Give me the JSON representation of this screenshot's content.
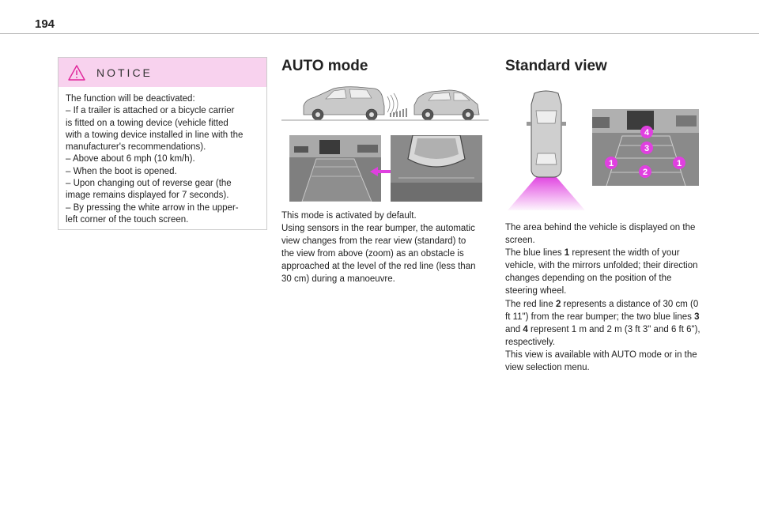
{
  "page": {
    "number": "194"
  },
  "notice": {
    "title": "NOTICE",
    "lines": [
      "The function will be deactivated:",
      "– If a trailer is attached or a bicycle carrier",
      "is fitted on a towing device (vehicle fitted",
      "with a towing device installed in line with the",
      "manufacturer's recommendations).",
      "– Above about 6 mph (10 km/h).",
      "– When the boot is opened.",
      "– Upon changing out of reverse gear (the",
      "image remains displayed for 7 seconds).",
      "– By pressing the white arrow in the upper-",
      "left corner of the touch screen."
    ]
  },
  "auto_mode": {
    "title": "AUTO mode",
    "lines": [
      "This mode is activated by default.",
      "Using sensors in the rear bumper, the automatic",
      "view changes from the rear view (standard) to",
      "the view from above (zoom) as an obstacle is",
      "approached at the level of the red line (less than",
      "30 cm) during a manoeuvre."
    ]
  },
  "standard_view": {
    "title": "Standard view",
    "markers": [
      "1",
      "2",
      "3",
      "4"
    ],
    "lines": [
      {
        "parts": [
          {
            "t": "The area behind the vehicle is displayed on the"
          }
        ]
      },
      {
        "parts": [
          {
            "t": "screen."
          }
        ]
      },
      {
        "parts": [
          {
            "t": "The blue lines "
          },
          {
            "t": "1",
            "b": true
          },
          {
            "t": " represent the width of your"
          }
        ]
      },
      {
        "parts": [
          {
            "t": "vehicle, with the mirrors unfolded; their direction"
          }
        ]
      },
      {
        "parts": [
          {
            "t": "changes depending on the position of the"
          }
        ]
      },
      {
        "parts": [
          {
            "t": "steering wheel."
          }
        ]
      },
      {
        "parts": [
          {
            "t": "The red line "
          },
          {
            "t": "2",
            "b": true
          },
          {
            "t": " represents a distance of 30 cm (0"
          }
        ]
      },
      {
        "parts": [
          {
            "t": "ft 11\") from the rear bumper; the two blue lines "
          },
          {
            "t": "3",
            "b": true
          }
        ]
      },
      {
        "parts": [
          {
            "t": "and "
          },
          {
            "t": "4",
            "b": true
          },
          {
            "t": " represent 1 m and 2 m (3 ft 3\" and 6 ft 6\"),"
          }
        ]
      },
      {
        "parts": [
          {
            "t": "respectively."
          }
        ]
      },
      {
        "parts": [
          {
            "t": "This view is available with AUTO mode or in the"
          }
        ]
      },
      {
        "parts": [
          {
            "t": "view selection menu."
          }
        ]
      }
    ]
  },
  "colors": {
    "notice_bg": "#f8d2ee",
    "accent": "#e040e0",
    "warning": "#e0249a"
  },
  "icons": [
    "warning-icon"
  ]
}
